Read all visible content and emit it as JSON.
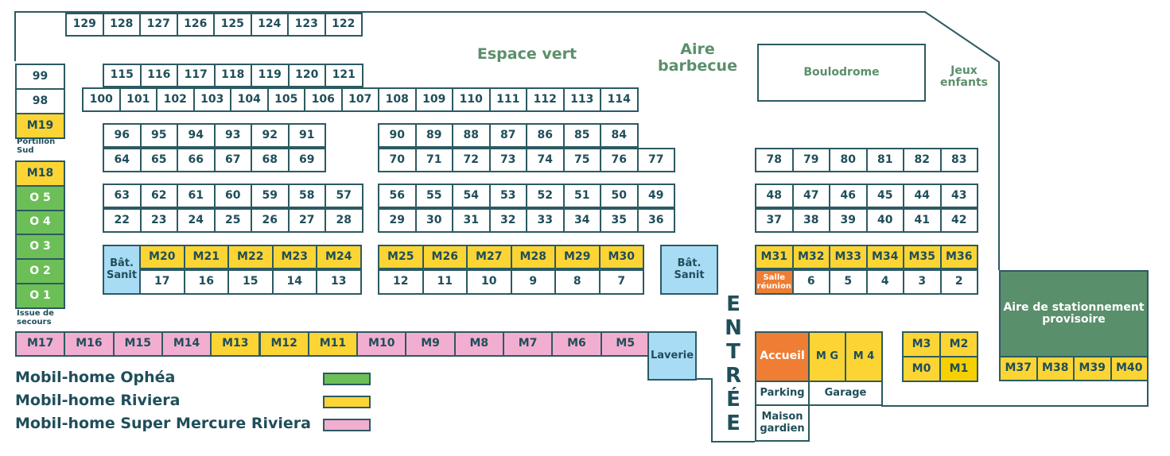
{
  "map": {
    "labels": {
      "espace_vert": "Espace vert",
      "aire_barbecue": "Aire barbecue",
      "boulodrome": "Boulodrome",
      "jeux_enfants": "Jeux enfants",
      "portillon_sud": "Portillon Sud",
      "issue_secours": "Issue de secours",
      "entree": [
        "E",
        "N",
        "T",
        "R",
        "É",
        "E"
      ]
    },
    "rows": {
      "row_129_122": [
        "129",
        "128",
        "127",
        "126",
        "125",
        "124",
        "123",
        "122"
      ],
      "row_115_121": [
        "115",
        "116",
        "117",
        "118",
        "119",
        "120",
        "121"
      ],
      "row_100_114": [
        "100",
        "101",
        "102",
        "103",
        "104",
        "105",
        "106",
        "107",
        "108",
        "109",
        "110",
        "111",
        "112",
        "113",
        "114"
      ],
      "left_column": [
        {
          "label": "99",
          "type": "plain"
        },
        {
          "label": "98",
          "type": "plain"
        },
        {
          "label": "M19",
          "type": "riviera"
        }
      ],
      "left_column_lower": [
        {
          "label": "M18",
          "type": "riviera"
        },
        {
          "label": "O 5",
          "type": "ophea"
        },
        {
          "label": "O 4",
          "type": "ophea"
        },
        {
          "label": "O 3",
          "type": "ophea"
        },
        {
          "label": "O 2",
          "type": "ophea"
        },
        {
          "label": "O 1",
          "type": "ophea"
        }
      ],
      "row_96_91": [
        "96",
        "95",
        "94",
        "93",
        "92",
        "91"
      ],
      "row_64_69": [
        "64",
        "65",
        "66",
        "67",
        "68",
        "69"
      ],
      "row_90_84": [
        "90",
        "89",
        "88",
        "87",
        "86",
        "85",
        "84"
      ],
      "row_70_77": [
        "70",
        "71",
        "72",
        "73",
        "74",
        "75",
        "76",
        "77"
      ],
      "row_78_83": [
        "78",
        "79",
        "80",
        "81",
        "82",
        "83"
      ],
      "row_63_57": [
        "63",
        "62",
        "61",
        "60",
        "59",
        "58",
        "57"
      ],
      "row_22_28": [
        "22",
        "23",
        "24",
        "25",
        "26",
        "27",
        "28"
      ],
      "row_56_49": [
        "56",
        "55",
        "54",
        "53",
        "52",
        "51",
        "50",
        "49"
      ],
      "row_29_36": [
        "29",
        "30",
        "31",
        "32",
        "33",
        "34",
        "35",
        "36"
      ],
      "row_48_43": [
        "48",
        "47",
        "46",
        "45",
        "44",
        "43"
      ],
      "row_37_42": [
        "37",
        "38",
        "39",
        "40",
        "41",
        "42"
      ],
      "row_m20_m24": [
        "M20",
        "M21",
        "M22",
        "M23",
        "M24"
      ],
      "row_17_13": [
        "17",
        "16",
        "15",
        "14",
        "13"
      ],
      "row_m25_m30": [
        "M25",
        "M26",
        "M27",
        "M28",
        "M29",
        "M30"
      ],
      "row_12_7": [
        "12",
        "11",
        "10",
        "9",
        "8",
        "7"
      ],
      "row_m31_m36": [
        "M31",
        "M32",
        "M33",
        "M34",
        "M35",
        "M36"
      ],
      "row_salle_2": [
        "Salle réunion",
        "6",
        "5",
        "4",
        "3",
        "2"
      ],
      "bottom_row": [
        {
          "label": "M17",
          "type": "super"
        },
        {
          "label": "M16",
          "type": "super"
        },
        {
          "label": "M15",
          "type": "super"
        },
        {
          "label": "M14",
          "type": "super"
        },
        {
          "label": "M13",
          "type": "riviera"
        },
        {
          "label": "M12",
          "type": "riviera"
        },
        {
          "label": "M11",
          "type": "riviera"
        },
        {
          "label": "M10",
          "type": "super"
        },
        {
          "label": "M9",
          "type": "super"
        },
        {
          "label": "M8",
          "type": "super"
        },
        {
          "label": "M7",
          "type": "super"
        },
        {
          "label": "M6",
          "type": "super"
        },
        {
          "label": "M5",
          "type": "super"
        }
      ],
      "m_small_block": [
        "M3",
        "M2",
        "M0",
        "M1"
      ],
      "row_m37_m40": [
        "M37",
        "M38",
        "M39",
        "M40"
      ]
    },
    "buildings": {
      "bat_sanit_left": "Bât. Sanit",
      "bat_sanit_center": "Bât. Sanit",
      "laverie": "Laverie",
      "accueil": "Accueil",
      "mg": "M G",
      "m4": "M 4",
      "parking": "Parking",
      "garage": "Garage",
      "maison_gardien": "Maison gardien",
      "aire_stationnement": "Aire de stationnement provisoire"
    },
    "colors": {
      "ophea": "#6cbe57",
      "riviera": "#fcd535",
      "super_mercure": "#f2aed0",
      "sanitary": "#a8dcf5",
      "accent_orange": "#ef7d34",
      "parking_green": "#5a8f6c",
      "outline": "#2c5a62"
    }
  },
  "legend": [
    {
      "label": "Mobil-home Ophéa",
      "type": "ophea"
    },
    {
      "label": "Mobil-home Riviera",
      "type": "riviera"
    },
    {
      "label": "Mobil-home Super Mercure Riviera",
      "type": "super"
    }
  ]
}
